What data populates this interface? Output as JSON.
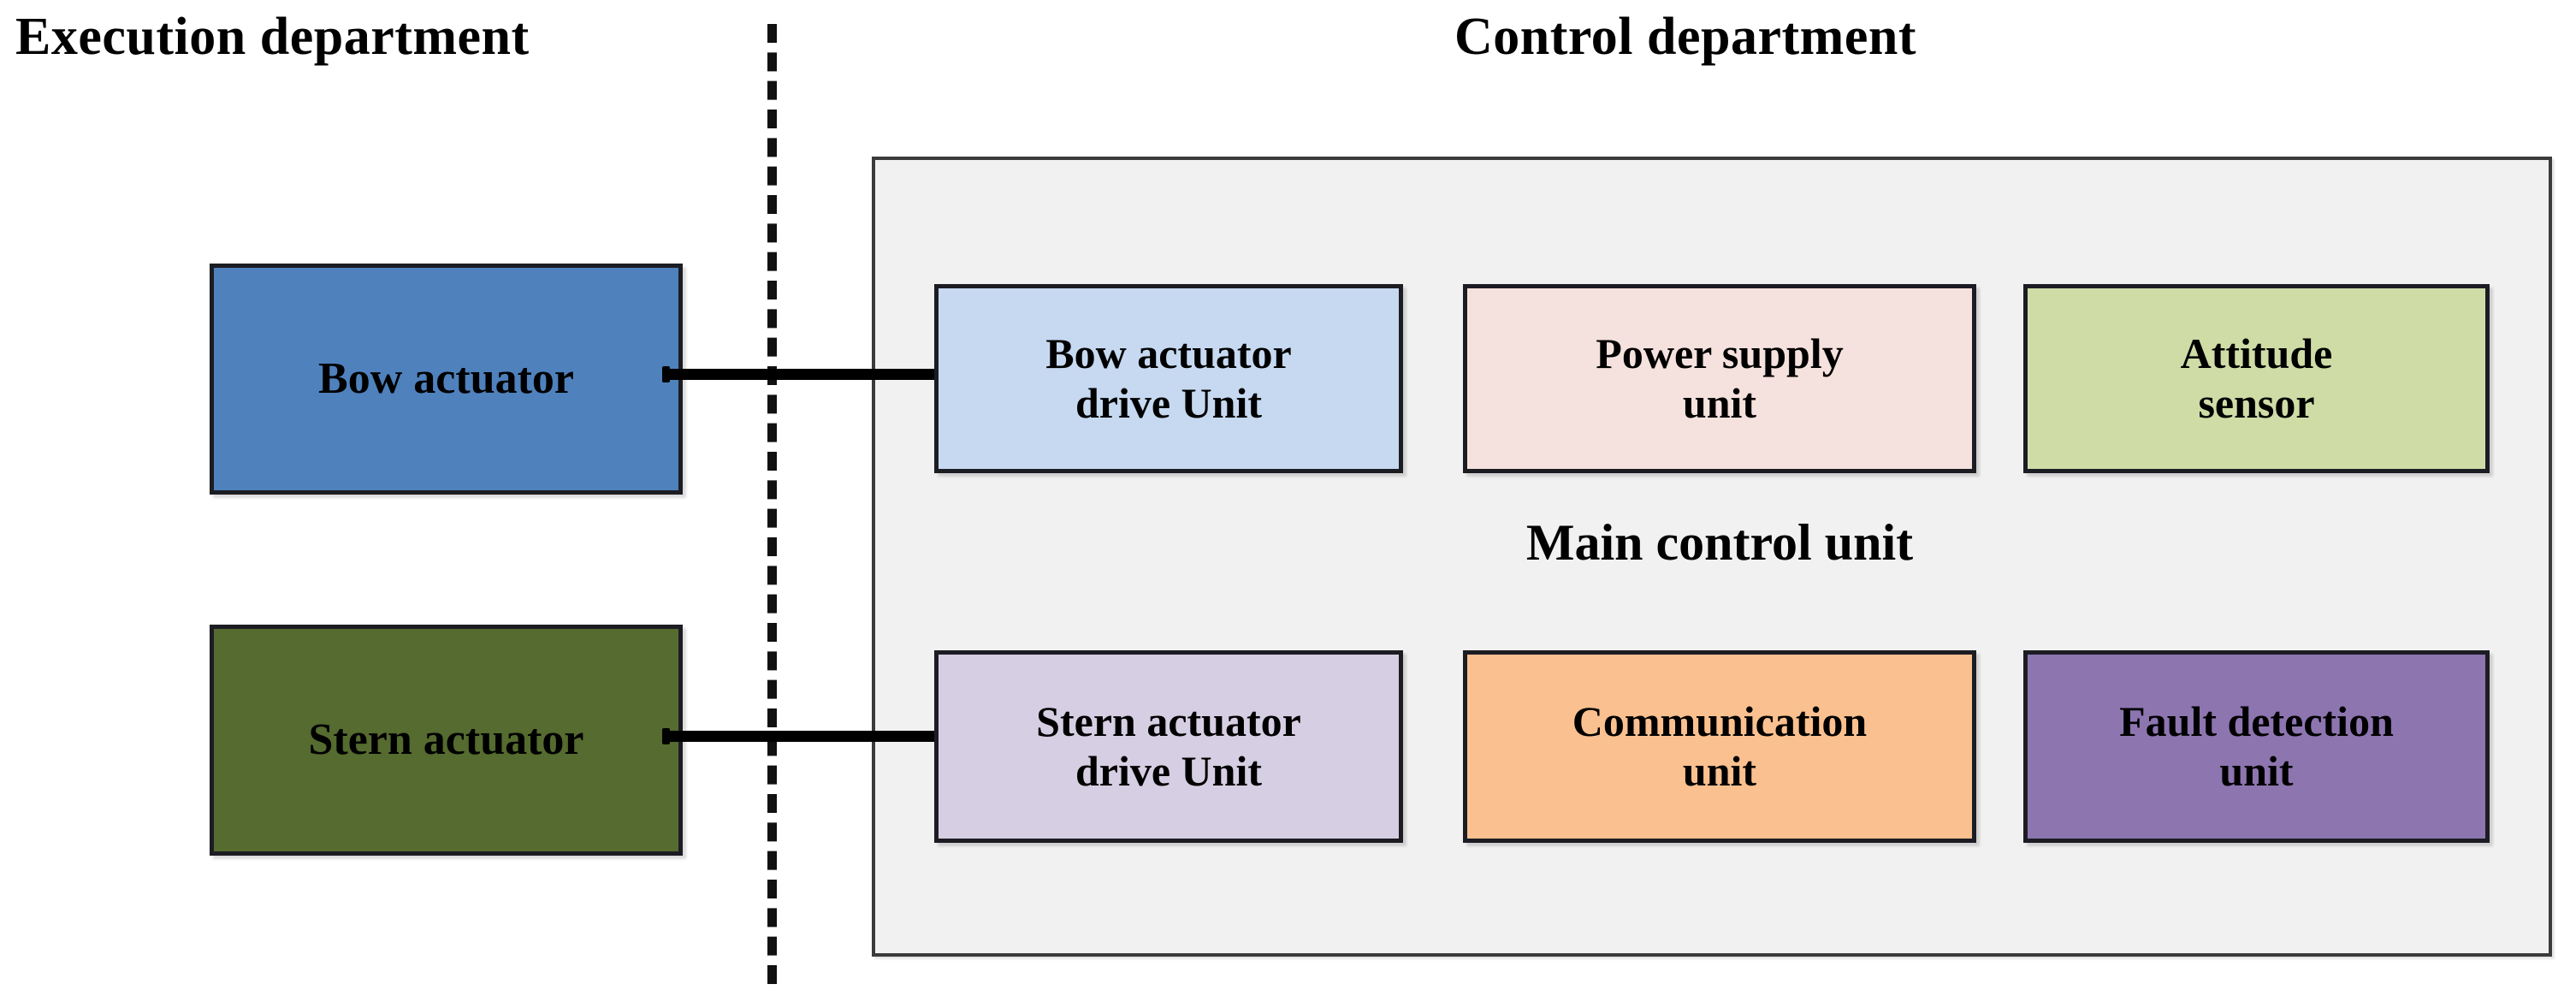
{
  "diagram": {
    "title_left": "Execution department",
    "title_right": "Control department",
    "main_control_unit_label": "Main control unit",
    "divider_style": "dashed",
    "panel_background": "#f1f1f1"
  },
  "execution_department": {
    "blocks": [
      {
        "id": "bow-actuator",
        "label": "Bow  actuator",
        "color": "#4f81bd"
      },
      {
        "id": "stern-actuator",
        "label": "Stern actuator",
        "color": "#556b2f"
      }
    ]
  },
  "control_department": {
    "top_row": [
      {
        "id": "bow-actuator-drive-unit",
        "line1": "Bow actuator",
        "line2": "drive Unit",
        "color": "#c6d9f1"
      },
      {
        "id": "power-supply-unit",
        "line1": "Power supply",
        "line2": "unit",
        "color": "#f5e1dd"
      },
      {
        "id": "attitude-sensor",
        "line1": "Attitude",
        "line2": "sensor",
        "color": "#cfdca6"
      }
    ],
    "bottom_row": [
      {
        "id": "stern-actuator-drive-unit",
        "line1": "Stern actuator",
        "line2": "drive Unit",
        "color": "#d6cee2"
      },
      {
        "id": "communication-unit",
        "line1": "Communication",
        "line2": "unit",
        "color": "#fac08f"
      },
      {
        "id": "fault-detection-unit",
        "line1": "Fault detection",
        "line2": "unit",
        "color": "#8d75b0"
      }
    ]
  },
  "connectors": [
    {
      "id": "bow-connector",
      "from": "bow-actuator",
      "to": "bow-actuator-drive-unit"
    },
    {
      "id": "stern-connector",
      "from": "stern-actuator",
      "to": "stern-actuator-drive-unit"
    }
  ]
}
